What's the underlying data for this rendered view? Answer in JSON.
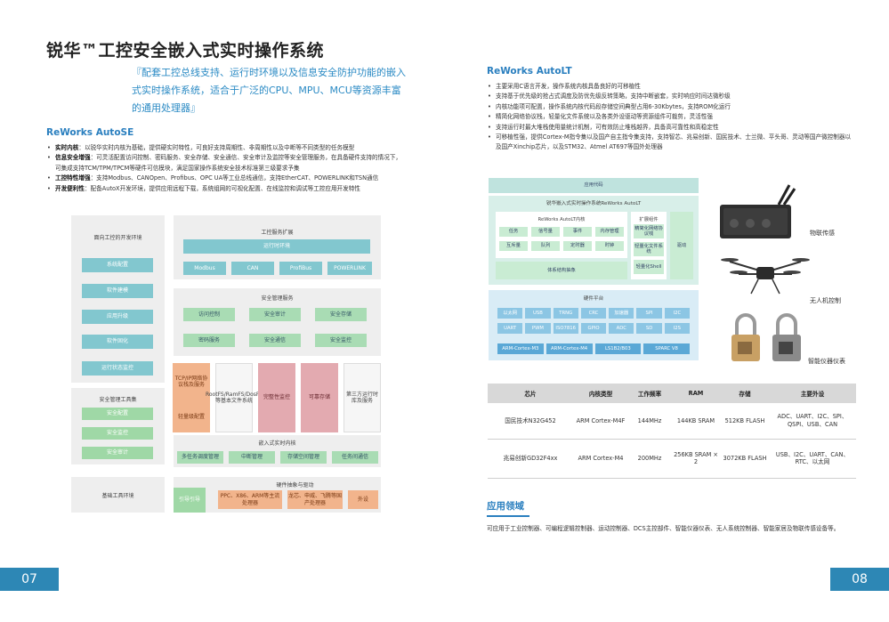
{
  "left": {
    "title": "锐华™工控安全嵌入式实时操作系统",
    "subtitle": "『配套工控总线支持、运行时环境以及信息安全防护功能的嵌入式实时操作系统，适合于广泛的CPU、MPU、MCU等资源丰富的通用处理器』",
    "section": "ReWorks AutoSE",
    "bullets": [
      {
        "key": "实时内核",
        "text": "：以锐华实时内核为基础，提供硬实时特性，可良好支持周期性、非周期性以及中断等不同类型的任务模型"
      },
      {
        "key": "信息安全增强",
        "text": "：可灵活配置访问控制、密码服务、安全存储、安全通信、安全审计及监控等安全管理服务，在具备硬件支持的情况下，可集成支持TCM/TPM/TPCM等硬件可信模块，满足国家操作系统安全技术标准第三级要求予集"
      },
      {
        "key": "工控特性增强",
        "text": "：支持Modbus、CANOpen、Profibus、OPC UA等工业总线通信，支持EtherCAT、POWERLINK和TSN通信"
      },
      {
        "key": "开发便利性",
        "text": "：配备AutoX开发环境，提供应用远程下载，系统组网的可视化配置、在线监控和调试等工控应用开发特性"
      }
    ],
    "diagram": {
      "left_panel_title": "面向工控的开发环境",
      "left_panel_items": [
        "系统配置",
        "软件建模",
        "应用升级",
        "软件固化",
        "运行状态监控"
      ],
      "safety_tools_title": "安全管理工具集",
      "safety_tools_items": [
        "安全配置",
        "安全监控",
        "安全审计"
      ],
      "base_tools": "基础工具环境",
      "ext_title": "工控服务扩展",
      "runtime": "运行时环境",
      "buses": [
        "Modbus",
        "CAN",
        "ProfiBus",
        "POWERLINK"
      ],
      "security_title": "安全管理服务",
      "security_items": [
        "访问控制",
        "安全审计",
        "安全存储",
        "密码服务",
        "安全通信",
        "安全监控"
      ],
      "tcpip": "TCP/IP网络协议栈及服务",
      "lightweight": "轻量级配置",
      "fs": "RootFS/RamFS/DosFS等基本文件系统",
      "integrity": "完整性监控",
      "trusted_storage": "可靠存储",
      "third_party": "第三方运行时库及服务",
      "kernel_title": "嵌入式实时内核",
      "kernel_items": [
        "多任务调度管理",
        "中断管理",
        "存储空间管理",
        "任务间通信"
      ],
      "hal_title": "硬件抽象与驱动",
      "bootloader": "引导引导",
      "cpus1": "PPC、X86、ARM等主流处理器",
      "cpus2": "龙芯、申威、飞腾等国产处理器",
      "peripherals": "外设"
    },
    "page_number": "07"
  },
  "right": {
    "section": "ReWorks AutoLT",
    "bullets": [
      "主要采用C语言开发，操作系统内核具备良好的可移植性",
      "支持基于优先级的抢占式调度及防优先级反转策略，支持中断嵌套，实时响应时间达微秒级",
      "内核功能项可配置，操作系统内核代码段存储空间典型占用6-30Kbytes，支持ROM化运行",
      "精简化网络协议栈，轻量化文件系统以及各类外设驱动等资源组件可裁剪，灵活性强",
      "支持运行时最大堆栈使用量统计机制，可有效防止堆栈越界，具备高可靠性和高稳定性",
      "可移植性强，提供Cortex-M指令集以及国产自主指令集支持，支持智芯、兆易创新、国民技术、士兰微、平头哥、灵动等国产微控制器以及国产Xinchip芯片，以及STM32、Atmel AT697等国外处理器"
    ],
    "diagram": {
      "app_code": "应用代码",
      "os_title": "锐华嵌入式实时操作系统ReWorks AutoLT",
      "kernel_title": "ReWorks AutoLT内核",
      "kernel_cells": [
        "任务",
        "信号量",
        "事件",
        "内存管理",
        "互斥量",
        "队列",
        "定时器",
        "时钟"
      ],
      "ext_title": "扩展组件",
      "ext_items": [
        "精简化网络协议栈",
        "轻量化文件系统",
        "轻量化Shell"
      ],
      "driver": "驱动",
      "hal": "体系结构抽象",
      "hw_title": "硬件平台",
      "hw_row1": [
        "以太网",
        "USB",
        "TRNG",
        "CRC",
        "加速器",
        "SPI",
        "I2C"
      ],
      "hw_row2": [
        "UART",
        "PWM",
        "ISO7816",
        "GPIO",
        "ADC",
        "SD",
        "I2S"
      ],
      "arch_row": [
        "ARM-Cortex-M3",
        "ARM-Cortex-M4",
        "LS1B2/B03",
        "SPARC V8"
      ]
    },
    "photos": [
      "物联传感",
      "无人机控制",
      "智能仪器仪表"
    ],
    "table": {
      "headers": [
        "芯片",
        "内核类型",
        "工作频率",
        "RAM",
        "存储",
        "主要外设"
      ],
      "rows": [
        [
          "国民技术N32G452",
          "ARM Cortex-M4F",
          "144MHz",
          "144KB SRAM",
          "512KB FLASH",
          "ADC、UART、I2C、SPI、QSPI、USB、CAN"
        ],
        [
          "兆易创新GD32F4xx",
          "ARM Cortex-M4",
          "200MHz",
          "256KB SRAM × 2",
          "3072KB FLASH",
          "USB、I2C、UART、CAN、RTC、以太网"
        ]
      ]
    },
    "app_section": "应用领域",
    "app_text": "可应用于工业控制器、可编程逻辑控制器、运动控制器、DCS主控部件、智能仪器仪表、无人系统控制器、智能家居及物联传感设备等。",
    "page_number": "08"
  },
  "colors": {
    "accent": "#2a7fbf",
    "teal": "#7ec8d4",
    "orange": "#f2b48c",
    "pink": "#e3aab0",
    "page_tab": "#2d87b5"
  }
}
